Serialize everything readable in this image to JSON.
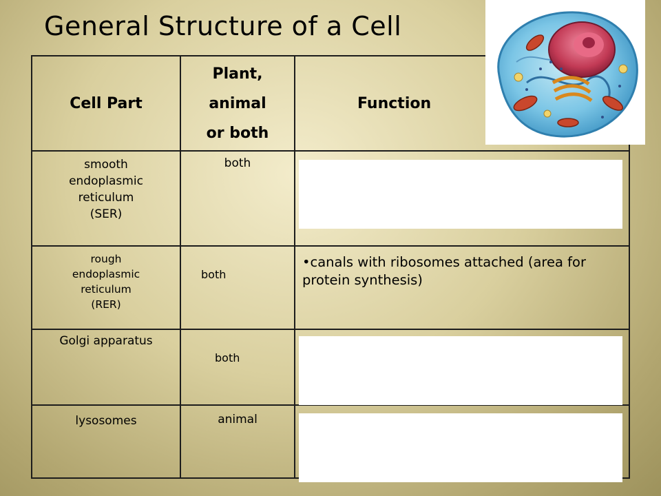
{
  "slide": {
    "title": "General Structure of a Cell"
  },
  "table": {
    "headers": {
      "part": "Cell Part",
      "kind": [
        "Plant,",
        "animal",
        "or both"
      ],
      "function": "Function"
    },
    "rows": [
      {
        "part": [
          "smooth",
          "endoplasmic",
          "reticulum",
          "(SER)"
        ],
        "kind": "both",
        "function": ""
      },
      {
        "part": [
          "rough",
          "endoplasmic",
          "reticulum",
          "(RER)"
        ],
        "kind": "both",
        "function": "•canals with ribosomes attached (area for protein synthesis)"
      },
      {
        "part": [
          "Golgi apparatus"
        ],
        "kind": "both",
        "function": ""
      },
      {
        "part": [
          "lysosomes"
        ],
        "kind": "animal",
        "function": ""
      }
    ]
  },
  "image": {
    "subject": "animal-cell-illustration"
  },
  "colors": {
    "background": "#d9cf9e",
    "cell_cytoplasm": "#7cc6e6",
    "nucleus": "#c23a55",
    "mitochondria": "#c9472c",
    "golgi": "#e9a23a"
  }
}
